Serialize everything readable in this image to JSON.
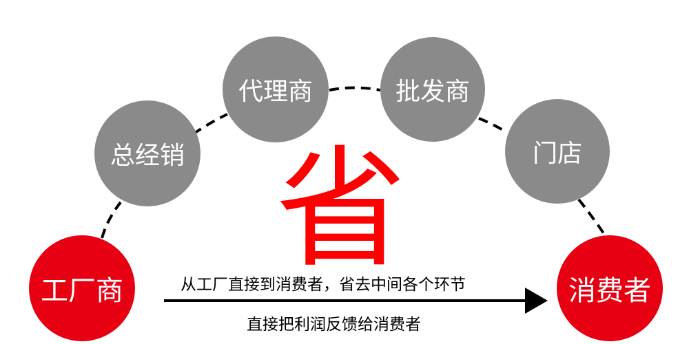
{
  "colors": {
    "gray": "#8a8a8a",
    "red": "#e60012",
    "accent": "#ff0000",
    "line": "#000000"
  },
  "nodes": [
    {
      "id": "factory",
      "label": "工厂商",
      "color": "red"
    },
    {
      "id": "general-distributor",
      "label": "总经销",
      "color": "gray"
    },
    {
      "id": "agent",
      "label": "代理商",
      "color": "gray"
    },
    {
      "id": "wholesaler",
      "label": "批发商",
      "color": "gray"
    },
    {
      "id": "store",
      "label": "门店",
      "color": "gray"
    },
    {
      "id": "consumer",
      "label": "消费者",
      "color": "red"
    }
  ],
  "center_char": "省",
  "arrow_caption_top": "从工厂直接到消费者，省去中间各个环节",
  "arrow_caption_bottom": "直接把利润反馈给消费者"
}
